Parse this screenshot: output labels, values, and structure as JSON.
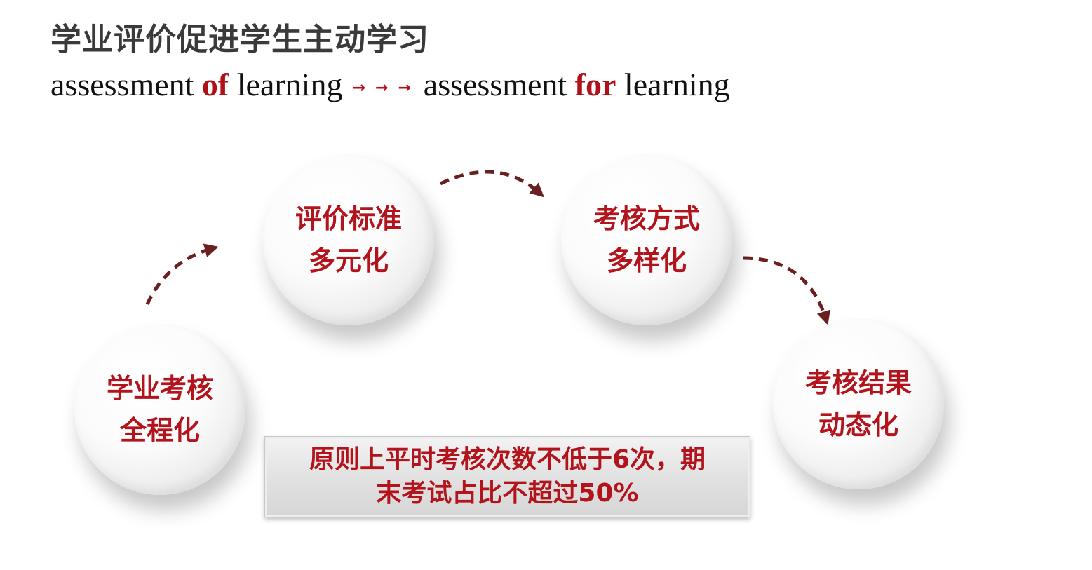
{
  "title": "学业评价促进学生主动学习",
  "subtitle": {
    "part1": "assessment",
    "of": "of",
    "part2": "learning",
    "arrows": "→→→",
    "part3": "assessment",
    "for": "for",
    "part4": "learning"
  },
  "nodes": [
    {
      "line1": "学业考核",
      "line2": "全程化"
    },
    {
      "line1": "评价标准",
      "line2": "多元化"
    },
    {
      "line1": "考核方式",
      "line2": "多样化"
    },
    {
      "line1": "考核结果",
      "line2": "动态化"
    }
  ],
  "note": {
    "line1": "原则上平时考核次数不低于6次，期",
    "line2": "末考试占比不超过50%"
  },
  "colors": {
    "accent": "#b3141c",
    "arrow": "#6b1f1f",
    "title": "#3a3a3a"
  }
}
